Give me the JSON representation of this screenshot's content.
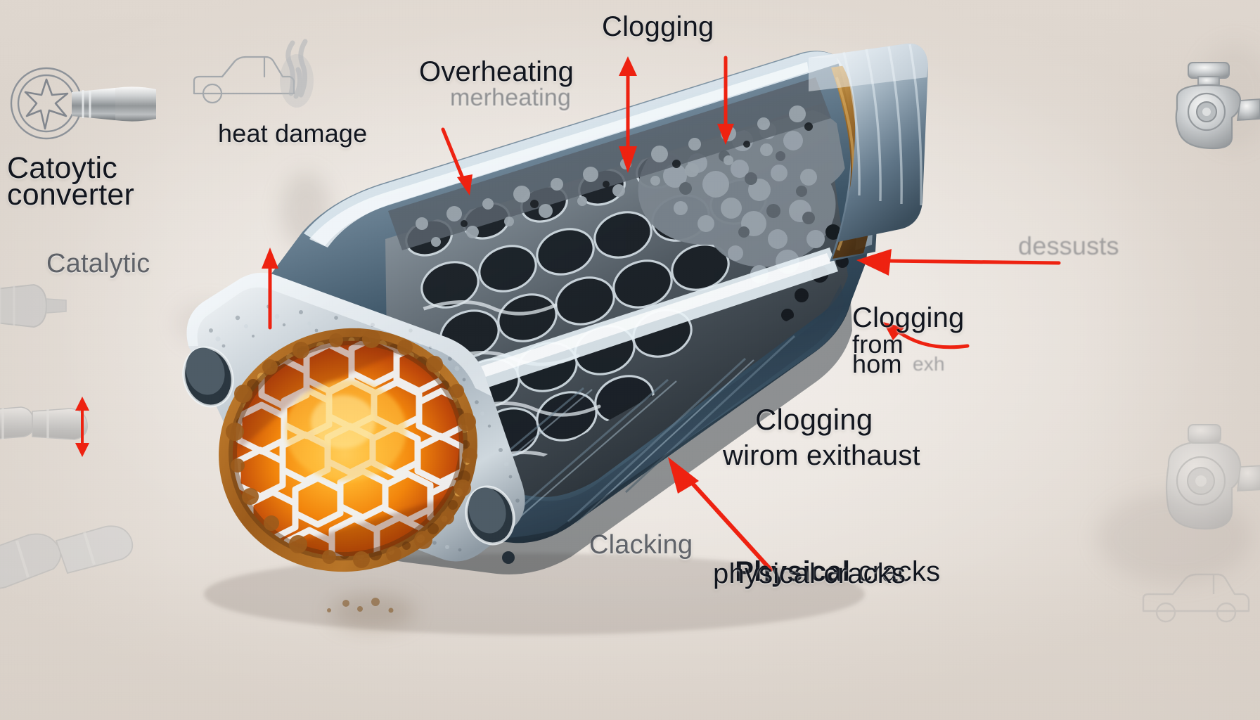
{
  "image": {
    "title": "Catalytic converter cutaway illustration",
    "background_color": "#ece7e2",
    "accent_color": "#ee2211",
    "text_color": "#12161f"
  },
  "labels": {
    "catalytic_converter_icon_caption_line1": "Catoytic",
    "catalytic_converter_icon_caption_line2": "converter",
    "catalytic_secondary": "Catalytic",
    "heat_damage": "heat damage",
    "overheating": "Overheating",
    "overheating_ghost": "merheating",
    "clogging_top": "Clogging",
    "dessusts": "dessusts",
    "clogging_right_line1": "Clogging",
    "clogging_right_line2": "from",
    "clogging_right_line3": "hom",
    "clogging_right_line3_ghost": "exh",
    "clogging_exhaust_line1": "Clogging",
    "clogging_exhaust_line2": "wirom exithaust",
    "clacking": "Clacking",
    "physical_cracks_line1_bold": "Physical",
    "physical_cracks_line1_rest": " cracks",
    "physical_cracks_line2": "physical cracks"
  },
  "icons": {
    "top_left_badge": "catalytic-converter-badge-icon",
    "car_exhaust_smoke": "car-with-exhaust-smoke-icon",
    "muffler_left_upper": "muffler-icon",
    "muffler_left_lower": "exhaust-pipe-icon",
    "turbo_right_top": "turbocharger-icon",
    "turbo_right_bottom": "turbocharger-icon",
    "car_ghost_bottom_right": "car-icon"
  },
  "arrows": [
    {
      "name": "overheating-arrow",
      "kind": "straight-down-right",
      "color": "#ee2211"
    },
    {
      "name": "clogging-top-arrow",
      "kind": "double-vertical",
      "color": "#ee2211"
    },
    {
      "name": "clogging-top-right-arrow",
      "kind": "straight-down",
      "color": "#ee2211"
    },
    {
      "name": "heat-damage-arrow",
      "kind": "straight-up",
      "color": "#ee2211"
    },
    {
      "name": "catalytic-updown-arrow",
      "kind": "double-vertical",
      "color": "#ee2211"
    },
    {
      "name": "dessusts-arrow",
      "kind": "straight-left",
      "color": "#ee2211"
    },
    {
      "name": "clogging-from-arrow",
      "kind": "curved-left",
      "color": "#ee2211"
    },
    {
      "name": "physical-cracks-arrow",
      "kind": "diagonal-up-left",
      "color": "#ee2211"
    }
  ],
  "converter": {
    "description": "Cut-away catalytic converter shown at an angle, flange end lower-left, outlet cone upper-right",
    "inlet_flange_color": "#c8cdd2",
    "honeycomb_hot_color": "#f0920a",
    "honeycomb_core_color": "#6f7b84",
    "shell_color": "#3e5566",
    "soot_color": "#59616a",
    "rust_color": "#a8651f"
  }
}
